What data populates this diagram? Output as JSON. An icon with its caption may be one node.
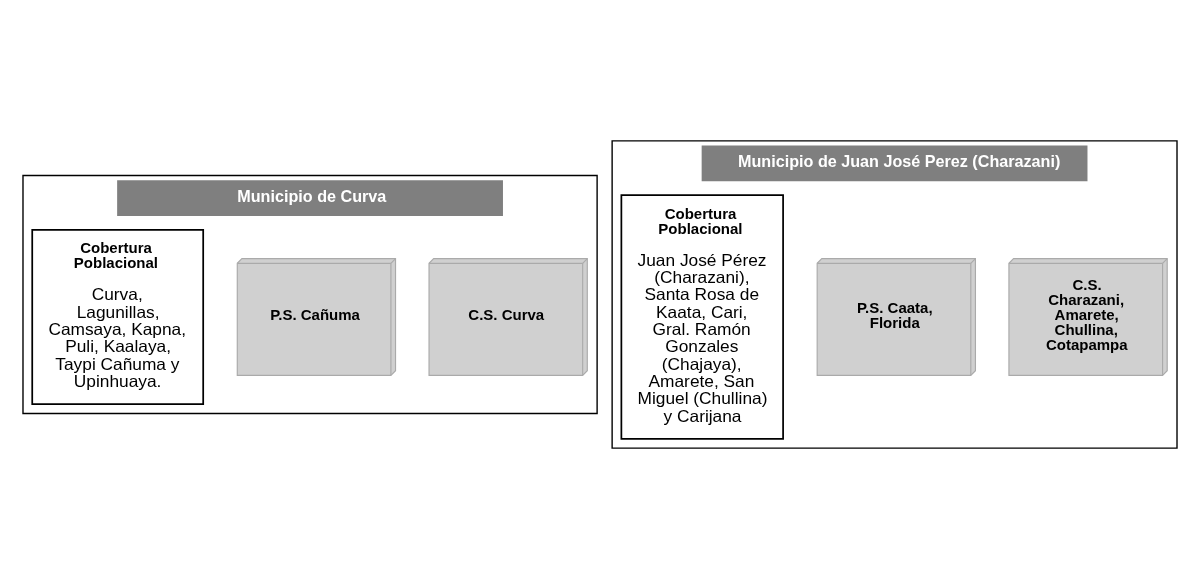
{
  "diagram": {
    "nodes": [
      {
        "text": [
          "Municipio de Curva"
        ]
      },
      {
        "text": [
          "C.S. Curva"
        ],
        "in": 0
      },
      {
        "text": [
          "P.S. Cañuma"
        ],
        "in": 0
      },
      {
        "text": [
          "Cobertura Poblacional",
          "Curva, Lagunillas, Camsaya, Kapna, Puli, Kaalaya, Taypi Cañuma y Upinhuaya."
        ],
        "in": 0
      },
      {
        "text": [
          "Municipio de Juan José Perez (Charazani)"
        ]
      },
      {
        "text": [
          "C.S. Charazani, Amarete, Chullina, Cotapampa"
        ],
        "in": 4
      },
      {
        "text": [
          "P.S. Caata, Florida"
        ],
        "in": 4
      },
      {
        "text": [
          "Cobertura Poblacional",
          "Juan José Pérez (Charazani), Santa Rosa de Kaata, Cari, Gral. Ramón Gonzales (Chajaya), Amarete, San Miguel (Chullina) y Carijana"
        ],
        "in": 4
      }
    ],
    "edges": []
  }
}
